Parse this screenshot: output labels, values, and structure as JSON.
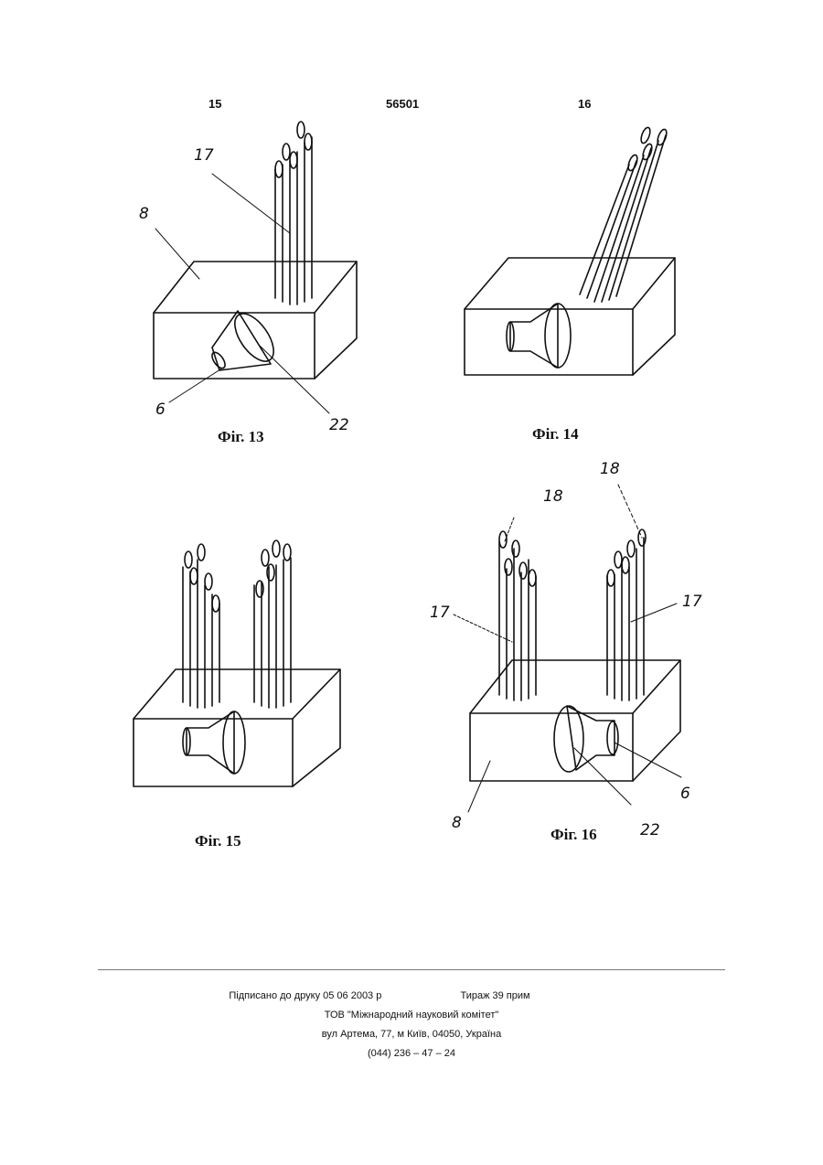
{
  "header": {
    "left_page": "15",
    "patent_number": "56501",
    "right_page": "16"
  },
  "figures": {
    "fig13": {
      "caption": "Фіг. 13",
      "labels": {
        "l17": "17",
        "l8": "8",
        "l6": "6",
        "l22": "22"
      }
    },
    "fig14": {
      "caption": "Фіг. 14"
    },
    "fig15": {
      "caption": "Фіг. 15"
    },
    "fig16": {
      "caption": "Фіг. 16",
      "labels": {
        "l18a": "18",
        "l18b": "18",
        "l17a": "17",
        "l17b": "17",
        "l6": "6",
        "l8": "8",
        "l22": "22"
      }
    }
  },
  "footer": {
    "signed": "Підписано до друку 05 06 2003 р",
    "circulation": "Тираж 39 прим",
    "publisher": "ТОВ \"Міжнародний науковий комітет\"",
    "address": "вул  Артема, 77, м  Київ, 04050, Україна",
    "phone": "(044) 236 – 47 – 24"
  }
}
